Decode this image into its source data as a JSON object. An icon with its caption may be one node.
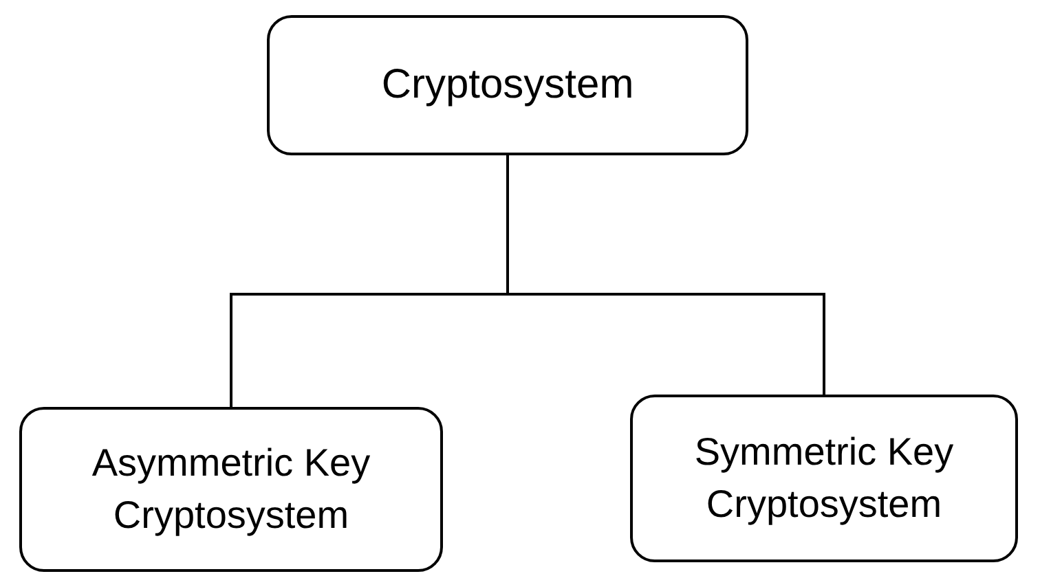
{
  "diagram": {
    "nodes": [
      {
        "text": [
          "Cryptosystem"
        ]
      },
      {
        "text": [
          "Asymmetric Key Cryptosystem"
        ]
      },
      {
        "text": [
          "Symmetric Key Cryptosystem"
        ]
      }
    ],
    "edges": [
      {
        "from": 0,
        "to": 1,
        "arrow": "none"
      },
      {
        "from": 0,
        "to": 2,
        "arrow": "none"
      }
    ]
  }
}
